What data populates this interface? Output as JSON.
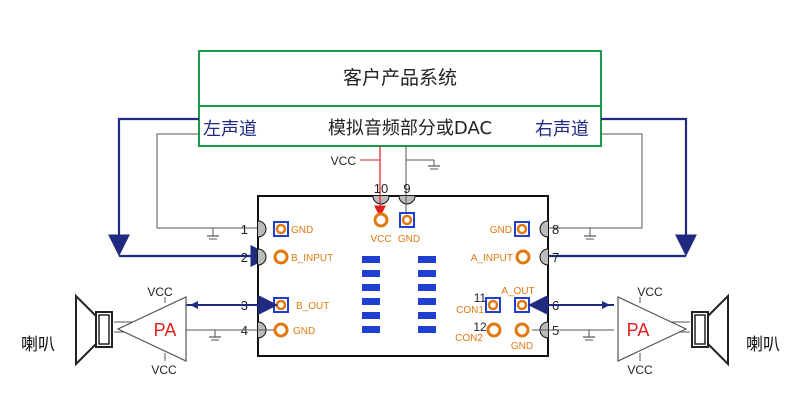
{
  "system": {
    "title": "客户产品系统",
    "subtitle": "模拟音频部分或DAC",
    "left_channel": "左声道",
    "right_channel": "右声道"
  },
  "top_pins": {
    "vcc_label": "VCC",
    "pin10": "10",
    "pin9": "9",
    "pin10_label": "VCC",
    "pin9_label": "GND"
  },
  "left_pins": {
    "p1_num": "1",
    "p1_label": "GND",
    "p2_num": "2",
    "p2_label": "B_INPUT",
    "p3_num": "3",
    "p3_label": "B_OUT",
    "p4_num": "4",
    "p4_label": "GND"
  },
  "right_pins": {
    "p8_num": "8",
    "p8_label": "GND",
    "p7_num": "7",
    "p7_label": "A_INPUT",
    "p6_num": "6",
    "p6_label": "A_OUT",
    "p5_num": "5",
    "con1_num": "11",
    "con1_label": "CON1",
    "con2_num": "12",
    "con2_label": "CON2",
    "gnd_label": "GND"
  },
  "left_amp": {
    "label": "PA",
    "vcc_top": "VCC",
    "vcc_bottom": "VCC",
    "speaker": "喇叭"
  },
  "right_amp": {
    "label": "PA",
    "vcc_top": "VCC",
    "vcc_bottom": "VCC",
    "speaker": "喇叭"
  },
  "colors": {
    "box_border": "#1a9a4a",
    "signal_blue": "#1f2a80",
    "pin_orange": "#e07a10",
    "pad_blue": "#1f3fd0",
    "vcc_red": "#e02020",
    "pa_red": "#e02020",
    "wire_gray": "#555555"
  }
}
